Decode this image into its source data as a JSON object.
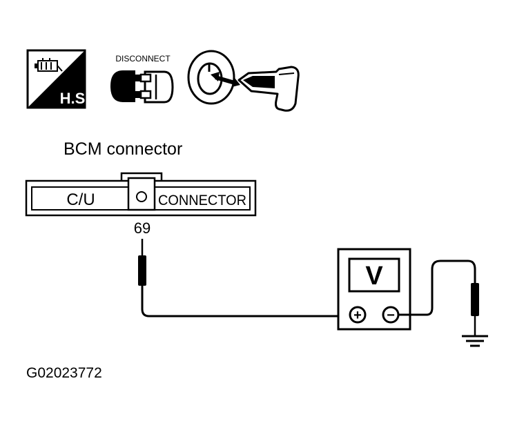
{
  "icons": {
    "hs_badge": {
      "label": "H.S."
    },
    "disconnect": {
      "label": "DISCONNECT"
    },
    "ignition_key": {
      "icon": "ignition-key-off-icon"
    }
  },
  "connector": {
    "title": "BCM connector",
    "left_label": "C/U",
    "right_label": "CONNECTOR",
    "pin_number": "69"
  },
  "meter": {
    "mode_label": "V",
    "positive_terminal": "+",
    "negative_terminal": "−"
  },
  "figure_id": "G02023772"
}
